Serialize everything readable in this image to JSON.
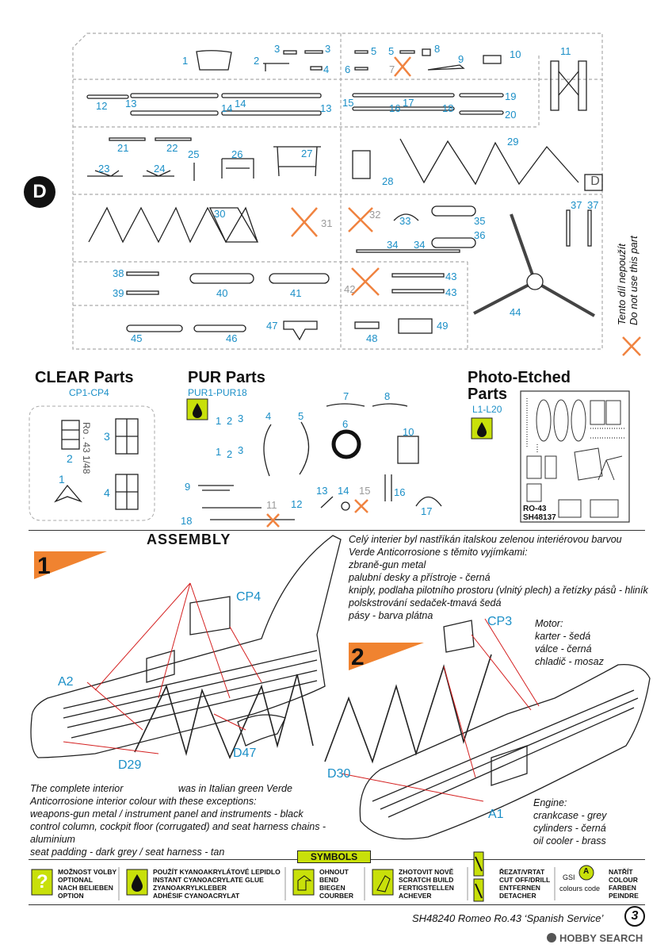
{
  "sprue": {
    "letter": "D",
    "frame_letter": "D",
    "side_note_cz": "Tento díl nepoužít",
    "side_note_en": "Do not use this part",
    "parts": [
      "1",
      "2",
      "3",
      "3",
      "4",
      "5",
      "5",
      "6",
      "7",
      "8",
      "9",
      "10",
      "11",
      "12",
      "13",
      "14",
      "14",
      "13",
      "15",
      "16",
      "17",
      "18",
      "19",
      "20",
      "21",
      "22",
      "23",
      "24",
      "25",
      "26",
      "27",
      "28",
      "29",
      "30",
      "31",
      "32",
      "33",
      "34",
      "34",
      "35",
      "36",
      "37",
      "37",
      "38",
      "39",
      "40",
      "41",
      "42",
      "43",
      "43",
      "44",
      "45",
      "46",
      "47",
      "48",
      "49"
    ]
  },
  "clear": {
    "title": "CLEAR Parts",
    "range": "CP1-CP4",
    "frame_label": "Ro . 43   1/48",
    "parts": [
      "1",
      "2",
      "3",
      "4"
    ]
  },
  "pur": {
    "title": "PUR Parts",
    "range": "PUR1-PUR18",
    "parts": [
      "1",
      "2",
      "3",
      "1",
      "2",
      "3",
      "4",
      "5",
      "6",
      "7",
      "8",
      "9",
      "10",
      "11",
      "12",
      "13",
      "14",
      "15",
      "16",
      "17",
      "18"
    ]
  },
  "pe": {
    "title_line1": "Photo-Etched",
    "title_line2": "Parts",
    "range": "L1-L20",
    "fret_label1": "RO-43",
    "fret_label2": "SH48137"
  },
  "assembly": {
    "title": "ASSEMBLY",
    "step1": "1",
    "step2": "2",
    "czech_lines": [
      "Celý interier byl nastříkán italskou zelenou interiérovou barvou",
      "Verde Anticorrosione s těmito vyjímkami:",
      "zbraně-gun metal",
      "palubní desky a přístroje - černá",
      "kniply, podlaha pilotního prostoru (vlnitý plech) a řetízky pásů - hliník",
      "polskstrování sedaček-tmavá šedá",
      "pásy - barva plátna"
    ],
    "english_lines": [
      "The complete interior                    was in Italian green Verde",
      "Anticorrosione interior colour with these exceptions:",
      "weapons-gun metal / instrument panel and instruments - black",
      "control column, cockpit floor (corrugated) and seat harness chains - aluminium",
      "seat padding - dark grey / seat harness - tan"
    ],
    "motor_lines": [
      "Motor:",
      "karter - šedá",
      "válce - černá",
      "chladič - mosaz"
    ],
    "engine_lines": [
      "Engine:",
      "crankcase - grey",
      "cylinders - černá",
      "oil cooler - brass"
    ],
    "callouts": {
      "cp4": "CP4",
      "a2": "A2",
      "d29": "D29",
      "d47": "D47",
      "cp3": "CP3",
      "d30": "D30",
      "a1": "A1"
    }
  },
  "symbols": {
    "title": "SYMBOLS",
    "optional": [
      "MOŽNOST VOLBY",
      "OPTIONAL",
      "NACH BELIEBEN",
      "OPTION"
    ],
    "glue": [
      "POUŽÍT KYANOAKRYLÁTOVÉ LEPIDLO",
      "INSTANT CYANOACRYLATE GLUE",
      "ZYANOAKRYLKLEBER",
      "ADHÉSIF CYANOACRYLAT"
    ],
    "bend": [
      "OHNOUT",
      "BEND",
      "BIEGEN",
      "COURBER"
    ],
    "scratch": [
      "ZHOTOVIT NOVĚ",
      "SCRATCH BUILD",
      "FERTIGSTELLEN",
      "ACHEVER"
    ],
    "cut": [
      "ŘEZAT/VRTAT",
      "CUT OFF/DRILL",
      "ENTFERNEN",
      "DETACHER"
    ],
    "gsi_label": "GSI",
    "gsi_code": "A",
    "colours_code": "colours code",
    "paint": [
      "NATŘÍT",
      "COLOUR",
      "FARBEN",
      "PEINDRE"
    ]
  },
  "footer": {
    "title": "SH48240 Romeo Ro.43 ‘Spanish Service’",
    "page": "3",
    "watermark": "HOBBY SEARCH"
  }
}
